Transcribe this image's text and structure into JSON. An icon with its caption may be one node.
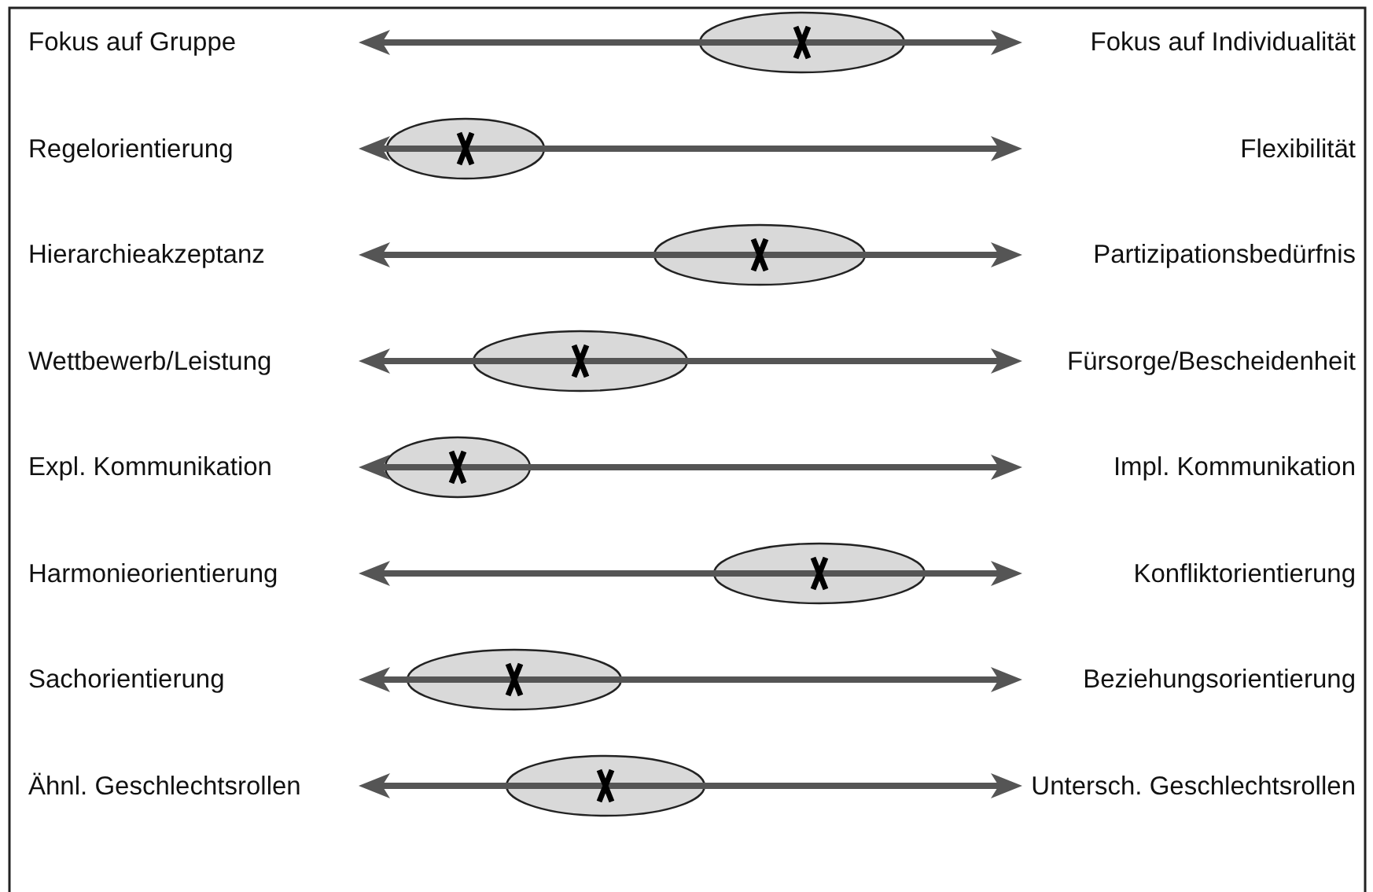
{
  "diagram": {
    "labels": [
      "Fokus auf Gruppe",
      "Fokus auf Individualität",
      "Regelorientierung",
      "Flexibilität",
      "Hierarchieakzeptanz",
      "Partizipationsbedürfnis",
      "Wettbewerb/Leistung",
      "Fürsorge/Bescheidenheit",
      "Expl. Kommunikation",
      "Impl. Kommunikation",
      "Harmonieorientierung",
      "Konfliktorientierung",
      "Sachorientierung",
      "Beziehungsorientierung",
      "Ähnl. Geschlechtsrollen",
      "Untersch. Geschlechtsrollen"
    ]
  }
}
